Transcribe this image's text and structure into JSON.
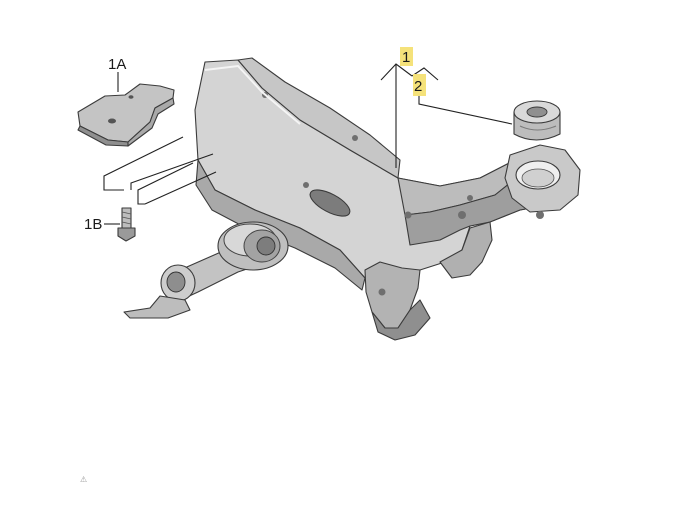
{
  "callouts": {
    "c1": "1",
    "c2": "2",
    "c1a": "1A",
    "c1b": "1B"
  },
  "corner_mark": "⚠",
  "colors": {
    "part_light": "#d7d7d7",
    "part_mid": "#bdbdbd",
    "part_dark": "#9c9c9c",
    "part_shadow": "#858585",
    "line": "#222222",
    "highlight": "#f5e27a",
    "background": "#ffffff"
  }
}
